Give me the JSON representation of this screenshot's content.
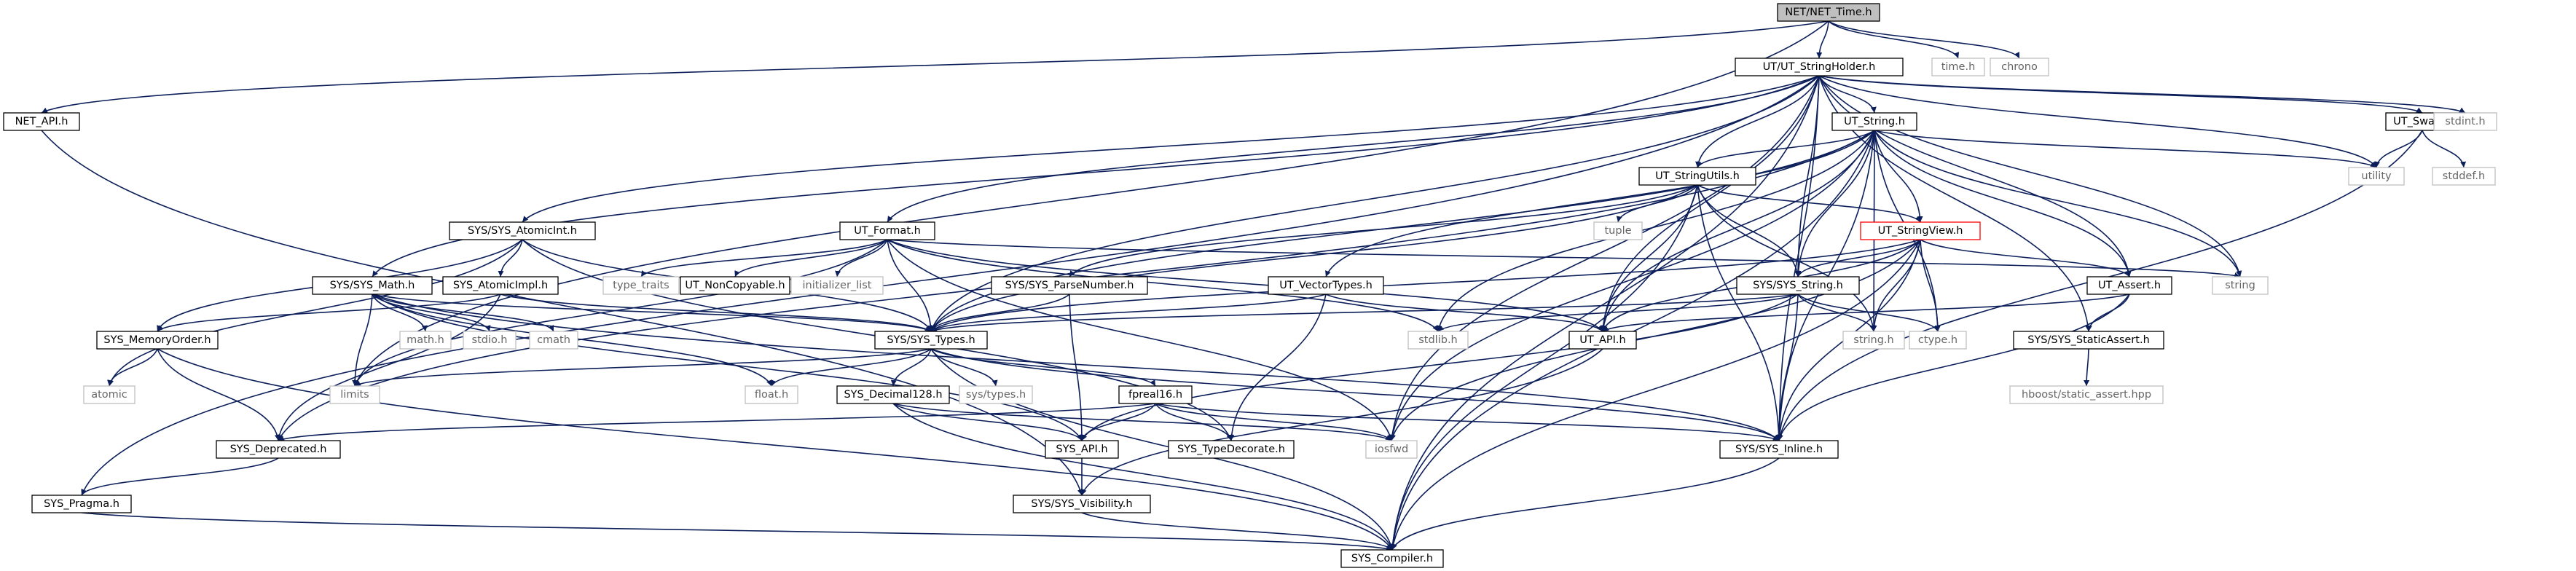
{
  "diagram": {
    "colors": {
      "edge": "#0c1f5a",
      "root_fill": "#bfbfbf",
      "node_fill": "#ffffff",
      "node_stroke": "#000000",
      "missing_stroke": "#bfbfbf",
      "missing_text": "#666666",
      "truncated_stroke": "#ff0000"
    },
    "nodes": [
      {
        "id": "root",
        "label": "NET/NET_Time.h",
        "style": "root"
      },
      {
        "id": "time_h",
        "label": "time.h",
        "style": "missing"
      },
      {
        "id": "chrono",
        "label": "chrono",
        "style": "missing"
      },
      {
        "id": "net_api",
        "label": "NET_API.h",
        "style": "normal"
      },
      {
        "id": "ut_stringholder",
        "label": "UT/UT_StringHolder.h",
        "style": "normal"
      },
      {
        "id": "ut_string",
        "label": "UT_String.h",
        "style": "normal"
      },
      {
        "id": "ut_swap",
        "label": "UT_Swap.h",
        "style": "normal"
      },
      {
        "id": "stdint_h",
        "label": "stdint.h",
        "style": "missing"
      },
      {
        "id": "utility",
        "label": "utility",
        "style": "missing"
      },
      {
        "id": "stddef_h",
        "label": "stddef.h",
        "style": "missing"
      },
      {
        "id": "ut_stringutils",
        "label": "UT_StringUtils.h",
        "style": "normal"
      },
      {
        "id": "tuple",
        "label": "tuple",
        "style": "missing"
      },
      {
        "id": "ut_stringview",
        "label": "UT_StringView.h",
        "style": "truncated"
      },
      {
        "id": "sys_atomicint",
        "label": "SYS/SYS_AtomicInt.h",
        "style": "normal"
      },
      {
        "id": "ut_format",
        "label": "UT_Format.h",
        "style": "normal"
      },
      {
        "id": "sys_math",
        "label": "SYS/SYS_Math.h",
        "style": "normal"
      },
      {
        "id": "sys_atomicimpl",
        "label": "SYS_AtomicImpl.h",
        "style": "normal"
      },
      {
        "id": "type_traits",
        "label": "type_traits",
        "style": "missing"
      },
      {
        "id": "ut_noncopyable",
        "label": "UT_NonCopyable.h",
        "style": "normal"
      },
      {
        "id": "initializer_list",
        "label": "initializer_list",
        "style": "missing"
      },
      {
        "id": "sys_parsenumber",
        "label": "SYS/SYS_ParseNumber.h",
        "style": "normal"
      },
      {
        "id": "ut_vectortypes",
        "label": "UT_VectorTypes.h",
        "style": "normal"
      },
      {
        "id": "sys_string",
        "label": "SYS/SYS_String.h",
        "style": "normal"
      },
      {
        "id": "ut_assert",
        "label": "UT_Assert.h",
        "style": "normal"
      },
      {
        "id": "string",
        "label": "string",
        "style": "missing"
      },
      {
        "id": "sys_memoryorder",
        "label": "SYS_MemoryOrder.h",
        "style": "normal"
      },
      {
        "id": "math_h",
        "label": "math.h",
        "style": "missing"
      },
      {
        "id": "stdio_h",
        "label": "stdio.h",
        "style": "missing"
      },
      {
        "id": "cmath",
        "label": "cmath",
        "style": "missing"
      },
      {
        "id": "sys_types",
        "label": "SYS/SYS_Types.h",
        "style": "normal"
      },
      {
        "id": "stdlib_h",
        "label": "stdlib.h",
        "style": "missing"
      },
      {
        "id": "ut_api",
        "label": "UT_API.h",
        "style": "normal"
      },
      {
        "id": "string_h",
        "label": "string.h",
        "style": "missing"
      },
      {
        "id": "ctype_h",
        "label": "ctype.h",
        "style": "missing"
      },
      {
        "id": "sys_staticassert",
        "label": "SYS/SYS_StaticAssert.h",
        "style": "normal"
      },
      {
        "id": "atomic",
        "label": "atomic",
        "style": "missing"
      },
      {
        "id": "limits",
        "label": "limits",
        "style": "missing"
      },
      {
        "id": "float_h",
        "label": "float.h",
        "style": "missing"
      },
      {
        "id": "sys_types_h",
        "label": "sys/types.h",
        "style": "missing"
      },
      {
        "id": "sys_decimal128",
        "label": "SYS_Decimal128.h",
        "style": "normal"
      },
      {
        "id": "fpreal16",
        "label": "fpreal16.h",
        "style": "normal"
      },
      {
        "id": "hboost_static_assert",
        "label": "hboost/static_assert.hpp",
        "style": "missing"
      },
      {
        "id": "sys_deprecated",
        "label": "SYS_Deprecated.h",
        "style": "normal"
      },
      {
        "id": "sys_api",
        "label": "SYS_API.h",
        "style": "normal"
      },
      {
        "id": "sys_typedecorate",
        "label": "SYS_TypeDecorate.h",
        "style": "normal"
      },
      {
        "id": "iosfwd",
        "label": "iosfwd",
        "style": "missing"
      },
      {
        "id": "sys_inline",
        "label": "SYS/SYS_Inline.h",
        "style": "normal"
      },
      {
        "id": "sys_pragma",
        "label": "SYS_Pragma.h",
        "style": "normal"
      },
      {
        "id": "sys_visibility",
        "label": "SYS/SYS_Visibility.h",
        "style": "normal"
      },
      {
        "id": "sys_compiler",
        "label": "SYS_Compiler.h",
        "style": "normal"
      }
    ],
    "edges": [
      [
        "root",
        "time_h"
      ],
      [
        "root",
        "chrono"
      ],
      [
        "root",
        "net_api"
      ],
      [
        "root",
        "ut_stringholder"
      ],
      [
        "root",
        "limits"
      ],
      [
        "net_api",
        "sys_visibility"
      ],
      [
        "ut_stringholder",
        "ut_string"
      ],
      [
        "ut_stringholder",
        "ut_swap"
      ],
      [
        "ut_stringholder",
        "stdint_h"
      ],
      [
        "ut_stringholder",
        "utility"
      ],
      [
        "ut_stringholder",
        "ut_stringutils"
      ],
      [
        "ut_stringholder",
        "sys_atomicint"
      ],
      [
        "ut_stringholder",
        "ut_format"
      ],
      [
        "ut_stringholder",
        "sys_math"
      ],
      [
        "ut_stringholder",
        "sys_types"
      ],
      [
        "ut_stringholder",
        "sys_string"
      ],
      [
        "ut_stringholder",
        "ut_assert"
      ],
      [
        "ut_stringholder",
        "string"
      ],
      [
        "ut_stringholder",
        "ut_api"
      ],
      [
        "ut_stringholder",
        "iosfwd"
      ],
      [
        "ut_stringholder",
        "sys_pragma"
      ],
      [
        "ut_stringholder",
        "sys_inline"
      ],
      [
        "ut_stringholder",
        "sys_compiler"
      ],
      [
        "ut_stringholder",
        "sys_staticassert"
      ],
      [
        "ut_string",
        "utility"
      ],
      [
        "ut_string",
        "ut_stringutils"
      ],
      [
        "ut_string",
        "ut_stringview"
      ],
      [
        "ut_string",
        "ut_vectortypes"
      ],
      [
        "ut_string",
        "sys_string"
      ],
      [
        "ut_string",
        "ut_assert"
      ],
      [
        "ut_string",
        "string"
      ],
      [
        "ut_string",
        "stdlib_h"
      ],
      [
        "ut_string",
        "ut_api"
      ],
      [
        "ut_string",
        "string_h"
      ],
      [
        "ut_string",
        "ctype_h"
      ],
      [
        "ut_string",
        "sys_deprecated"
      ],
      [
        "ut_string",
        "iosfwd"
      ],
      [
        "ut_string",
        "sys_inline"
      ],
      [
        "ut_string",
        "sys_compiler"
      ],
      [
        "ut_string",
        "sys_types"
      ],
      [
        "ut_swap",
        "utility"
      ],
      [
        "ut_swap",
        "stddef_h"
      ],
      [
        "ut_swap",
        "sys_inline"
      ],
      [
        "ut_stringutils",
        "tuple"
      ],
      [
        "ut_stringutils",
        "ut_stringview"
      ],
      [
        "ut_stringutils",
        "sys_parsenumber"
      ],
      [
        "ut_stringutils",
        "sys_string"
      ],
      [
        "ut_stringutils",
        "ut_api"
      ],
      [
        "ut_stringutils",
        "sys_types"
      ],
      [
        "ut_stringutils",
        "sys_inline"
      ],
      [
        "ut_stringutils",
        "sys_compiler"
      ],
      [
        "ut_stringutils",
        "string_h"
      ],
      [
        "ut_stringview",
        "ut_assert"
      ],
      [
        "ut_stringview",
        "sys_string"
      ],
      [
        "ut_stringview",
        "string_h"
      ],
      [
        "ut_stringview",
        "ctype_h"
      ],
      [
        "ut_stringview",
        "ut_api"
      ],
      [
        "ut_stringview",
        "sys_inline"
      ],
      [
        "ut_stringview",
        "iosfwd"
      ],
      [
        "ut_stringview",
        "sys_compiler"
      ],
      [
        "ut_stringview",
        "sys_types"
      ],
      [
        "sys_atomicint",
        "sys_atomicimpl"
      ],
      [
        "sys_atomicint",
        "sys_memoryorder"
      ],
      [
        "sys_atomicint",
        "atomic"
      ],
      [
        "sys_atomicint",
        "sys_types"
      ],
      [
        "sys_atomicint",
        "sys_typedecorate"
      ],
      [
        "sys_atomicimpl",
        "sys_memoryorder"
      ],
      [
        "sys_atomicimpl",
        "sys_deprecated"
      ],
      [
        "sys_atomicimpl",
        "sys_types"
      ],
      [
        "ut_format",
        "type_traits"
      ],
      [
        "ut_format",
        "ut_noncopyable"
      ],
      [
        "ut_format",
        "initializer_list"
      ],
      [
        "ut_format",
        "string"
      ],
      [
        "ut_format",
        "ut_api"
      ],
      [
        "ut_format",
        "sys_types"
      ],
      [
        "ut_format",
        "limits"
      ],
      [
        "ut_format",
        "iosfwd"
      ],
      [
        "ut_format",
        "stdlib_h"
      ],
      [
        "sys_math",
        "sys_types"
      ],
      [
        "sys_math",
        "math_h"
      ],
      [
        "sys_math",
        "stdio_h"
      ],
      [
        "sys_math",
        "cmath"
      ],
      [
        "sys_math",
        "limits"
      ],
      [
        "sys_math",
        "float_h"
      ],
      [
        "sys_math",
        "sys_api"
      ],
      [
        "sys_math",
        "sys_inline"
      ],
      [
        "sys_parsenumber",
        "sys_types"
      ],
      [
        "sys_parsenumber",
        "sys_api"
      ],
      [
        "ut_vectortypes",
        "sys_types"
      ],
      [
        "ut_vectortypes",
        "ut_api"
      ],
      [
        "ut_vectortypes",
        "sys_typedecorate"
      ],
      [
        "sys_string",
        "sys_types"
      ],
      [
        "sys_string",
        "sys_api"
      ],
      [
        "sys_string",
        "stdlib_h"
      ],
      [
        "sys_string",
        "string_h"
      ],
      [
        "sys_string",
        "ctype_h"
      ],
      [
        "sys_string",
        "sys_inline"
      ],
      [
        "ut_assert",
        "ut_api"
      ],
      [
        "ut_assert",
        "sys_staticassert"
      ],
      [
        "ut_assert",
        "sys_inline"
      ],
      [
        "sys_memoryorder",
        "atomic"
      ],
      [
        "sys_memoryorder",
        "sys_deprecated"
      ],
      [
        "sys_memoryorder",
        "sys_compiler"
      ],
      [
        "sys_types",
        "sys_decimal128"
      ],
      [
        "sys_types",
        "fpreal16"
      ],
      [
        "sys_types",
        "limits"
      ],
      [
        "sys_types",
        "float_h"
      ],
      [
        "sys_types",
        "sys_types_h"
      ],
      [
        "sys_types",
        "sys_compiler"
      ],
      [
        "sys_types",
        "sys_inline"
      ],
      [
        "ut_api",
        "sys_visibility"
      ],
      [
        "sys_staticassert",
        "hboost_static_assert"
      ],
      [
        "sys_decimal128",
        "sys_api"
      ],
      [
        "sys_decimal128",
        "iosfwd"
      ],
      [
        "sys_decimal128",
        "sys_compiler"
      ],
      [
        "fpreal16",
        "sys_api"
      ],
      [
        "fpreal16",
        "sys_typedecorate"
      ],
      [
        "fpreal16",
        "sys_inline"
      ],
      [
        "fpreal16",
        "iosfwd"
      ],
      [
        "fpreal16",
        "sys_deprecated"
      ],
      [
        "sys_deprecated",
        "sys_pragma"
      ],
      [
        "sys_api",
        "sys_visibility"
      ],
      [
        "sys_inline",
        "sys_compiler"
      ],
      [
        "sys_pragma",
        "sys_compiler"
      ],
      [
        "sys_visibility",
        "sys_compiler"
      ]
    ]
  }
}
